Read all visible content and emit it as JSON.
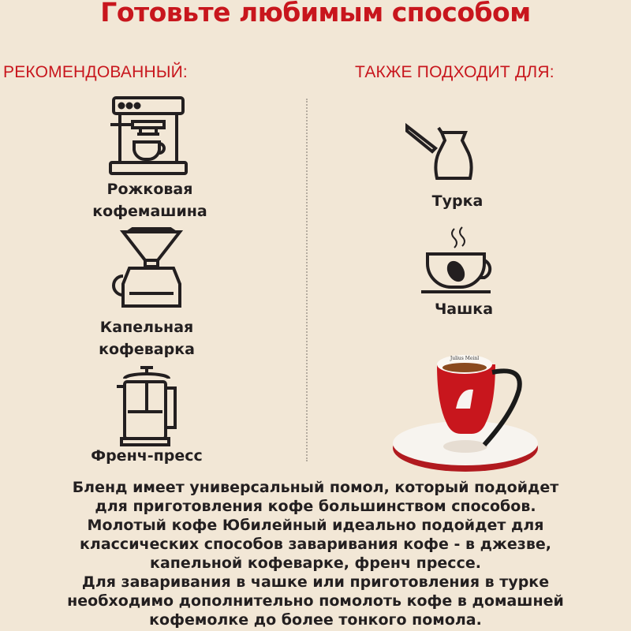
{
  "title": "Готовьте любимым способом",
  "recommended": {
    "heading": "РЕКОМЕНДОВАННЫЙ:",
    "items": [
      {
        "icon": "espresso-machine-icon",
        "label_lines": [
          "Рожковая",
          "кофемашина"
        ]
      },
      {
        "icon": "drip-coffee-maker-icon",
        "label_lines": [
          "Капельная",
          "кофеварка"
        ]
      },
      {
        "icon": "french-press-icon",
        "label": "Френч-пресс"
      }
    ]
  },
  "also_suitable": {
    "heading": "ТАКЖЕ ПОДХОДИТ ДЛЯ:",
    "items": [
      {
        "icon": "turka-icon",
        "label": "Турка"
      },
      {
        "icon": "cup-icon",
        "label": "Чашка"
      }
    ]
  },
  "photo": {
    "cup_brand": "Julius Meinl",
    "colors": {
      "cup": "#c8161d",
      "handle": "#1a1a1a",
      "saucer": "#f7f4ef"
    }
  },
  "description_lines": [
    "Бленд имеет универсальный помол, который подойдет",
    "для приготовления кофе большинством способов.",
    "Молотый кофе Юбилейный идеально подойдет для",
    "классических способов заваривания кофе - в джезве,",
    "капельной кофеварке, френч прессе.",
    "Для заваривания в чашке или приготовления в турке",
    "необходимо дополнительно помолоть кофе в домашней",
    "кофемолке до более тонкого помола."
  ],
  "colors": {
    "accent": "#c8161d",
    "background": "#f2e7d6",
    "text": "#231f20"
  }
}
